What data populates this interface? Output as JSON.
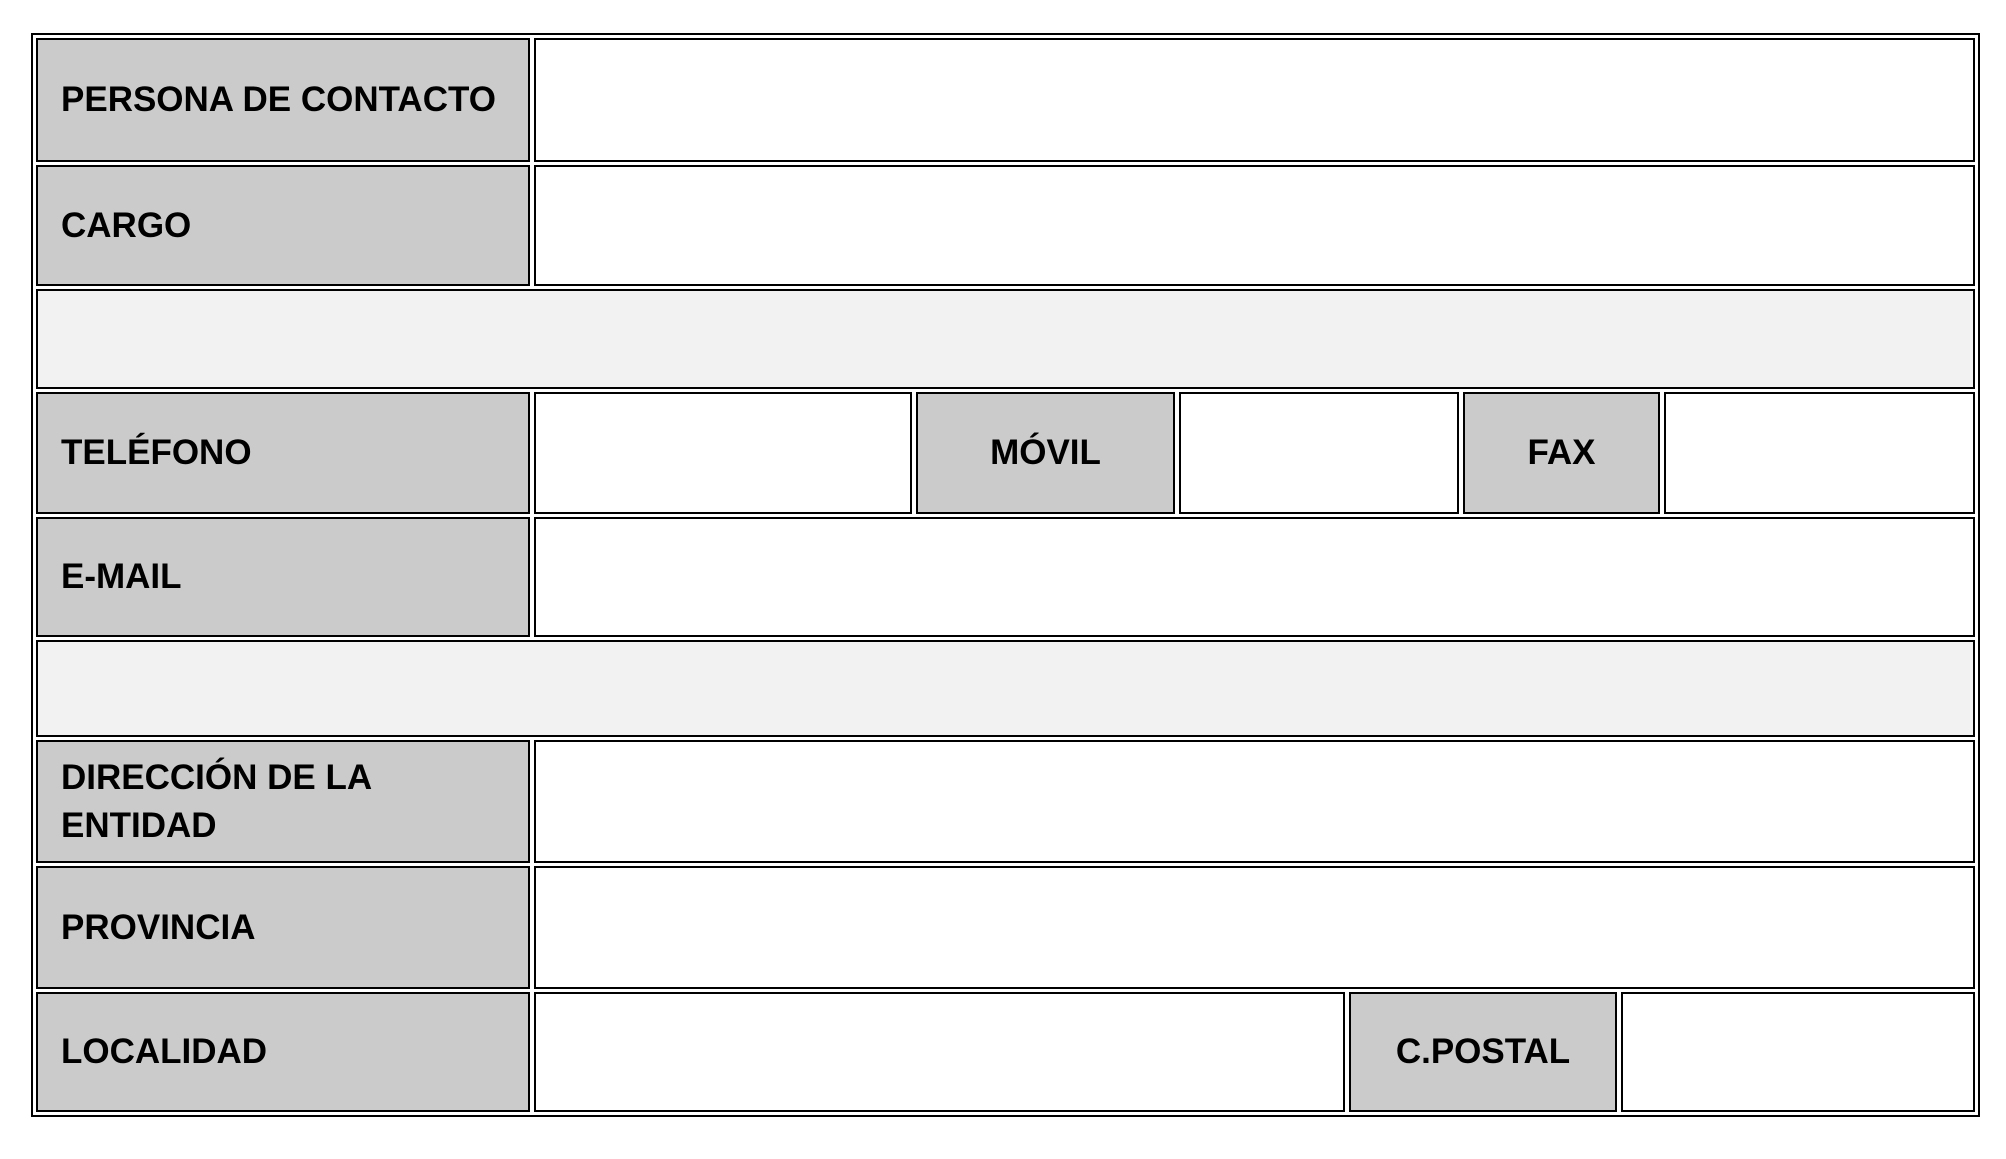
{
  "form": {
    "title": "contact-details-form",
    "labels": {
      "persona": "PERSONA DE CONTACTO",
      "cargo": "CARGO",
      "telefono": "TELÉFONO",
      "movil": "MÓVIL",
      "fax": "FAX",
      "email": "E-MAIL",
      "direccion": "DIRECCIÓN DE LA ENTIDAD",
      "provincia": "PROVINCIA",
      "localidad": "LOCALIDAD",
      "cpostal": "C.POSTAL"
    },
    "values": {
      "persona": "",
      "cargo": "",
      "telefono": "",
      "movil": "",
      "fax": "",
      "email": "",
      "direccion": "",
      "provincia": "",
      "localidad": "",
      "cpostal": ""
    }
  },
  "colors": {
    "label_bg": "#cbcbcb",
    "spacer_bg": "#f2f2f2",
    "border": "#000000",
    "field_bg": "#ffffff",
    "text": "#000000",
    "page_bg": "#ffffff"
  }
}
